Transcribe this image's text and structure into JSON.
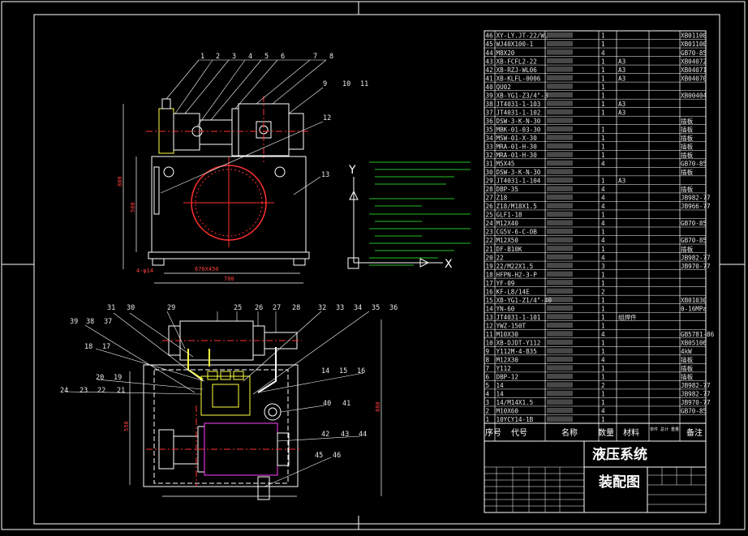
{
  "drawing": {
    "title_line1": "液压系统",
    "title_line2": "装配图",
    "axis_y": "Y",
    "axis_x": "X",
    "colors": {
      "background": "#000000",
      "frame": "#ffffff",
      "outline": "#ffffff",
      "centerline": "#ff3030",
      "notes": "#30ff30",
      "detail": "#ffff40",
      "motor": "#ff40ff"
    }
  },
  "bom_header": {
    "no": "序号",
    "code": "代号",
    "name": "名称",
    "qty": "数量",
    "material": "材料",
    "weight": "单件 总计 重量",
    "remark": "备注"
  },
  "bom_rows": [
    {
      "no": "46",
      "code": "XY-LY.JT-22/WL",
      "qty": "1",
      "mat": "",
      "rem": "XB01100"
    },
    {
      "no": "45",
      "code": "WJ40X100-1",
      "qty": "1",
      "mat": "",
      "rem": "XB01100"
    },
    {
      "no": "44",
      "code": "M8X20",
      "qty": "4",
      "mat": "",
      "rem": "GB70-85"
    },
    {
      "no": "43",
      "code": "XB-FCFL2-22",
      "qty": "1",
      "mat": "A3",
      "rem": "XB04072"
    },
    {
      "no": "42",
      "code": "XB-RZJ-WL06",
      "qty": "1",
      "mat": "A3",
      "rem": "XB04071"
    },
    {
      "no": "41",
      "code": "XB-KLFL-0006",
      "qty": "1",
      "mat": "A3",
      "rem": "XB04070"
    },
    {
      "no": "40",
      "code": "QU02",
      "qty": "1",
      "mat": "",
      "rem": ""
    },
    {
      "no": "39",
      "code": "XB-YG1-Z3/4\"-3",
      "qty": "1",
      "mat": "",
      "rem": "XB00404"
    },
    {
      "no": "38",
      "code": "JT4031-1-103",
      "qty": "1",
      "mat": "A3",
      "rem": ""
    },
    {
      "no": "37",
      "code": "JT4031-1-102",
      "qty": "1",
      "mat": "A3",
      "rem": ""
    },
    {
      "no": "36",
      "code": "DSW-3-K-N-30",
      "qty": "",
      "mat": "",
      "rem": "插板"
    },
    {
      "no": "35",
      "code": "MBK-01-03-30",
      "qty": "1",
      "mat": "",
      "rem": "插板"
    },
    {
      "no": "34",
      "code": "MSW-01-X-30",
      "qty": "1",
      "mat": "",
      "rem": "插板"
    },
    {
      "no": "33",
      "code": "MRA-01-H-30",
      "qty": "1",
      "mat": "",
      "rem": "插板"
    },
    {
      "no": "32",
      "code": "MRA-01-H-30",
      "qty": "1",
      "mat": "",
      "rem": "插板"
    },
    {
      "no": "31",
      "code": "M5X45",
      "qty": "4",
      "mat": "",
      "rem": "GB70-85"
    },
    {
      "no": "30",
      "code": "DSW-3-K-N-30",
      "qty": "",
      "mat": "",
      "rem": "插板"
    },
    {
      "no": "29",
      "code": "JT4031-1-104",
      "qty": "1",
      "mat": "A3",
      "rem": ""
    },
    {
      "no": "28",
      "code": "DBP-35",
      "qty": "4",
      "mat": "",
      "rem": "插板"
    },
    {
      "no": "27",
      "code": "Z18",
      "qty": "4",
      "mat": "",
      "rem": "JB982-77"
    },
    {
      "no": "26",
      "code": "Z18/M18X1.5",
      "qty": "4",
      "mat": "",
      "rem": "JB966-77"
    },
    {
      "no": "25",
      "code": "GLF1-18",
      "qty": "1",
      "mat": "",
      "rem": ""
    },
    {
      "no": "24",
      "code": "M12X40",
      "qty": "4",
      "mat": "",
      "rem": "GB70-85"
    },
    {
      "no": "23",
      "code": "CG5V-6-C-OB",
      "qty": "1",
      "mat": "",
      "rem": ""
    },
    {
      "no": "22",
      "code": "M12X50",
      "qty": "4",
      "mat": "",
      "rem": "GB70-85"
    },
    {
      "no": "21",
      "code": "DF-B10K",
      "qty": "1",
      "mat": "",
      "rem": "插板"
    },
    {
      "no": "20",
      "code": "22",
      "qty": "4",
      "mat": "",
      "rem": "JB982-77"
    },
    {
      "no": "19",
      "code": "22/M22X1.5",
      "qty": "3",
      "mat": "",
      "rem": "JB970-77"
    },
    {
      "no": "18",
      "code": "HFPN-H2-3-P",
      "qty": "1",
      "mat": "",
      "rem": ""
    },
    {
      "no": "17",
      "code": "YF-09",
      "qty": "1",
      "mat": "",
      "rem": ""
    },
    {
      "no": "16",
      "code": "KF-L8/14E",
      "qty": "2",
      "mat": "",
      "rem": ""
    },
    {
      "no": "15",
      "code": "XB-YG1-Z1/4\"-40",
      "qty": "1",
      "mat": "",
      "rem": "XB01030"
    },
    {
      "no": "14",
      "code": "YN-60",
      "qty": "1",
      "mat": "",
      "rem": "0-16MPa"
    },
    {
      "no": "13",
      "code": "JT4031-1-101",
      "qty": "1",
      "mat": "组焊件",
      "rem": ""
    },
    {
      "no": "12",
      "code": "YWZ-150T",
      "qty": "1",
      "mat": "",
      "rem": ""
    },
    {
      "no": "11",
      "code": "M10X30",
      "qty": "4",
      "mat": "",
      "rem": "GB5781-86"
    },
    {
      "no": "10",
      "code": "XB-DJDT-Y112",
      "qty": "1",
      "mat": "",
      "rem": "XB05106"
    },
    {
      "no": "9",
      "code": "Y112M-4-B35",
      "qty": "1",
      "mat": "",
      "rem": "4kW"
    },
    {
      "no": "8",
      "code": "M12X30",
      "qty": "4",
      "mat": "",
      "rem": "插板"
    },
    {
      "no": "7",
      "code": "Y112",
      "qty": "1",
      "mat": "",
      "rem": "插板"
    },
    {
      "no": "6",
      "code": "DBP-12",
      "qty": "1",
      "mat": "",
      "rem": "插板"
    },
    {
      "no": "5",
      "code": "14",
      "qty": "2",
      "mat": "",
      "rem": "JB982-77"
    },
    {
      "no": "4",
      "code": "14",
      "qty": "1",
      "mat": "",
      "rem": "JB982-77"
    },
    {
      "no": "3",
      "code": "14/M14X1.5",
      "qty": "1",
      "mat": "",
      "rem": "JB970-77"
    },
    {
      "no": "2",
      "code": "M10X60",
      "qty": "4",
      "mat": "",
      "rem": "GB70-85"
    },
    {
      "no": "1",
      "code": "10YCY14-1B",
      "qty": "1",
      "mat": "",
      "rem": ""
    }
  ],
  "top_view_labels": [
    "1",
    "2",
    "3",
    "4",
    "5",
    "6",
    "7",
    "8",
    "9",
    "10",
    "11",
    "12",
    "13"
  ],
  "bottom_view_labels": {
    "row1": [
      "31",
      "30",
      "29",
      "25",
      "26",
      "27",
      "28",
      "32",
      "33",
      "34",
      "35",
      "36"
    ],
    "row2": [
      "39",
      "38",
      "37"
    ],
    "left": [
      "18",
      "17",
      "20",
      "19",
      "24",
      "23",
      "22",
      "21"
    ],
    "right": [
      "14",
      "15",
      "16",
      "40",
      "41",
      "42",
      "43",
      "44",
      "45",
      "46"
    ]
  },
  "dimensions": {
    "top_height": "880",
    "top_inner_height": "580",
    "top_width_inner": "670X450",
    "top_width": "700",
    "feet": "4-φ14",
    "bottom_height": "550",
    "bottom_overall": "880"
  }
}
